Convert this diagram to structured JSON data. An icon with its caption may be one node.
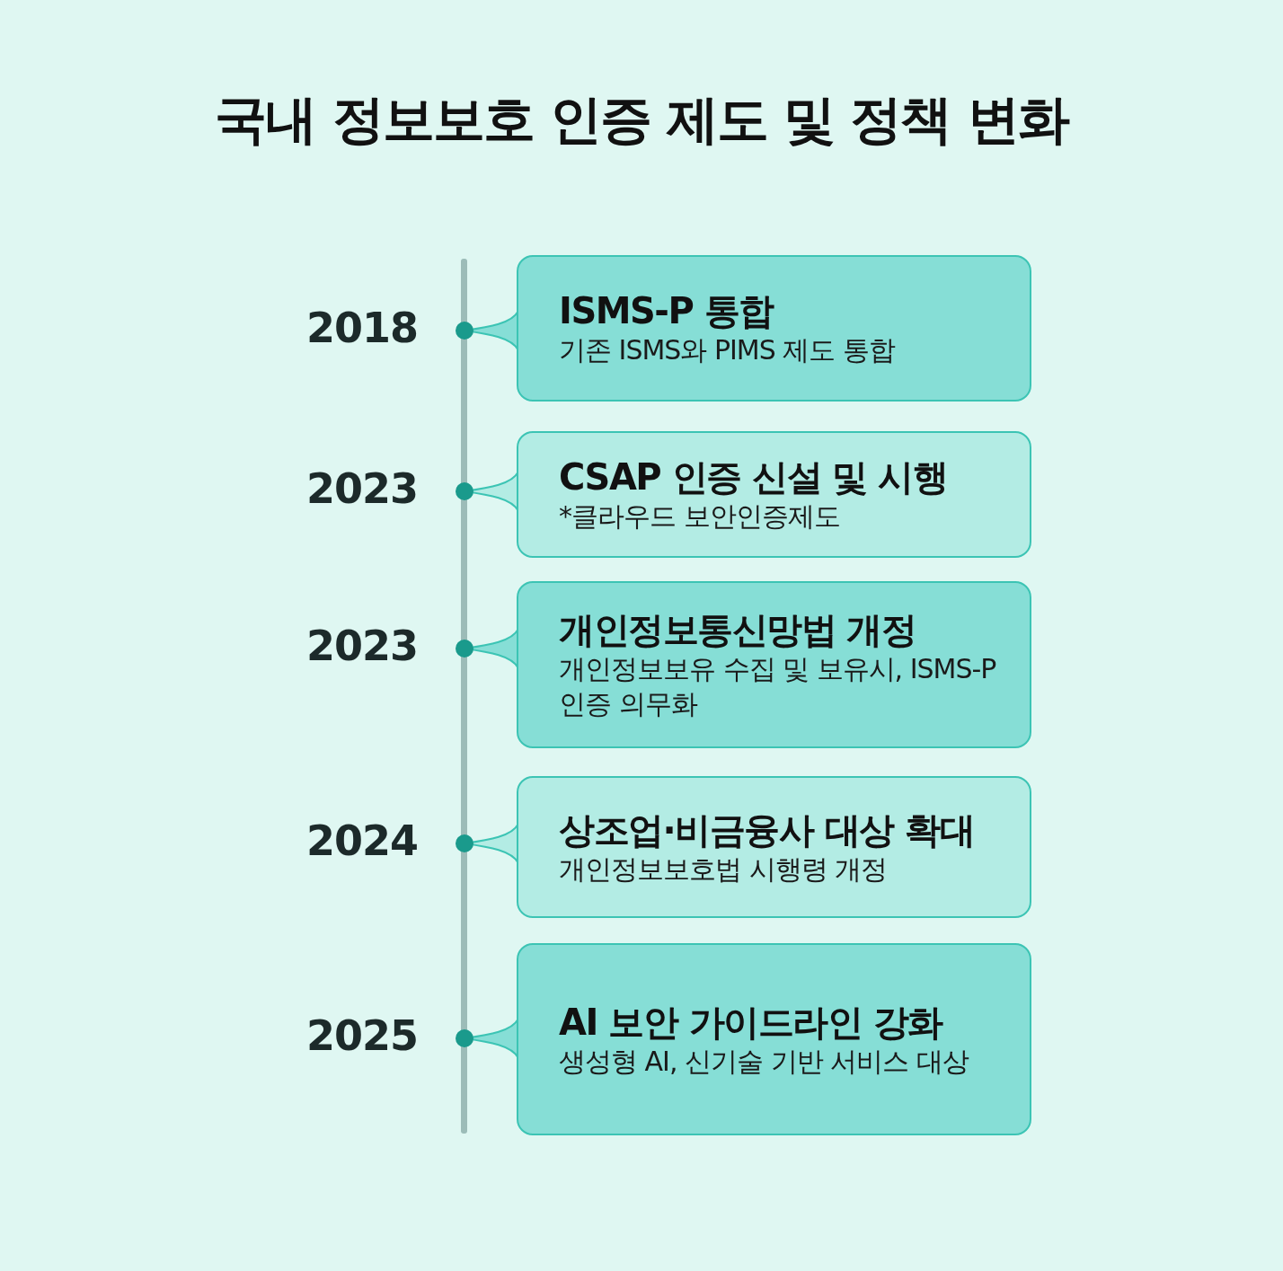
{
  "diagram": {
    "title": "국내 정보보호 인증 제도 및 정책 변화",
    "nodes": [
      {
        "text": [
          "ISMS-P 통합",
          "기존 ISMS와 PIMS 제도 통합"
        ],
        "beside": [
          "2018"
        ]
      },
      {
        "text": [
          "CSAP 인증 신설 및 시행",
          "*클라우드 보안인증제도"
        ],
        "beside": [
          "2023"
        ]
      },
      {
        "text": [
          "개인정보통신망법 개정",
          "개인정보보유 수집 및 보유시, ISMS-P 인증 의무화"
        ],
        "beside": [
          "2023"
        ]
      },
      {
        "text": [
          "상조업·비금융사 대상 확대",
          "개인정보보호법 시행령 개정"
        ],
        "beside": [
          "2024"
        ]
      },
      {
        "text": [
          "AI 보안 가이드라인 강화",
          "생성형 AI, 신기술 기반 서비스 대상"
        ],
        "beside": [
          "2025"
        ]
      }
    ]
  }
}
